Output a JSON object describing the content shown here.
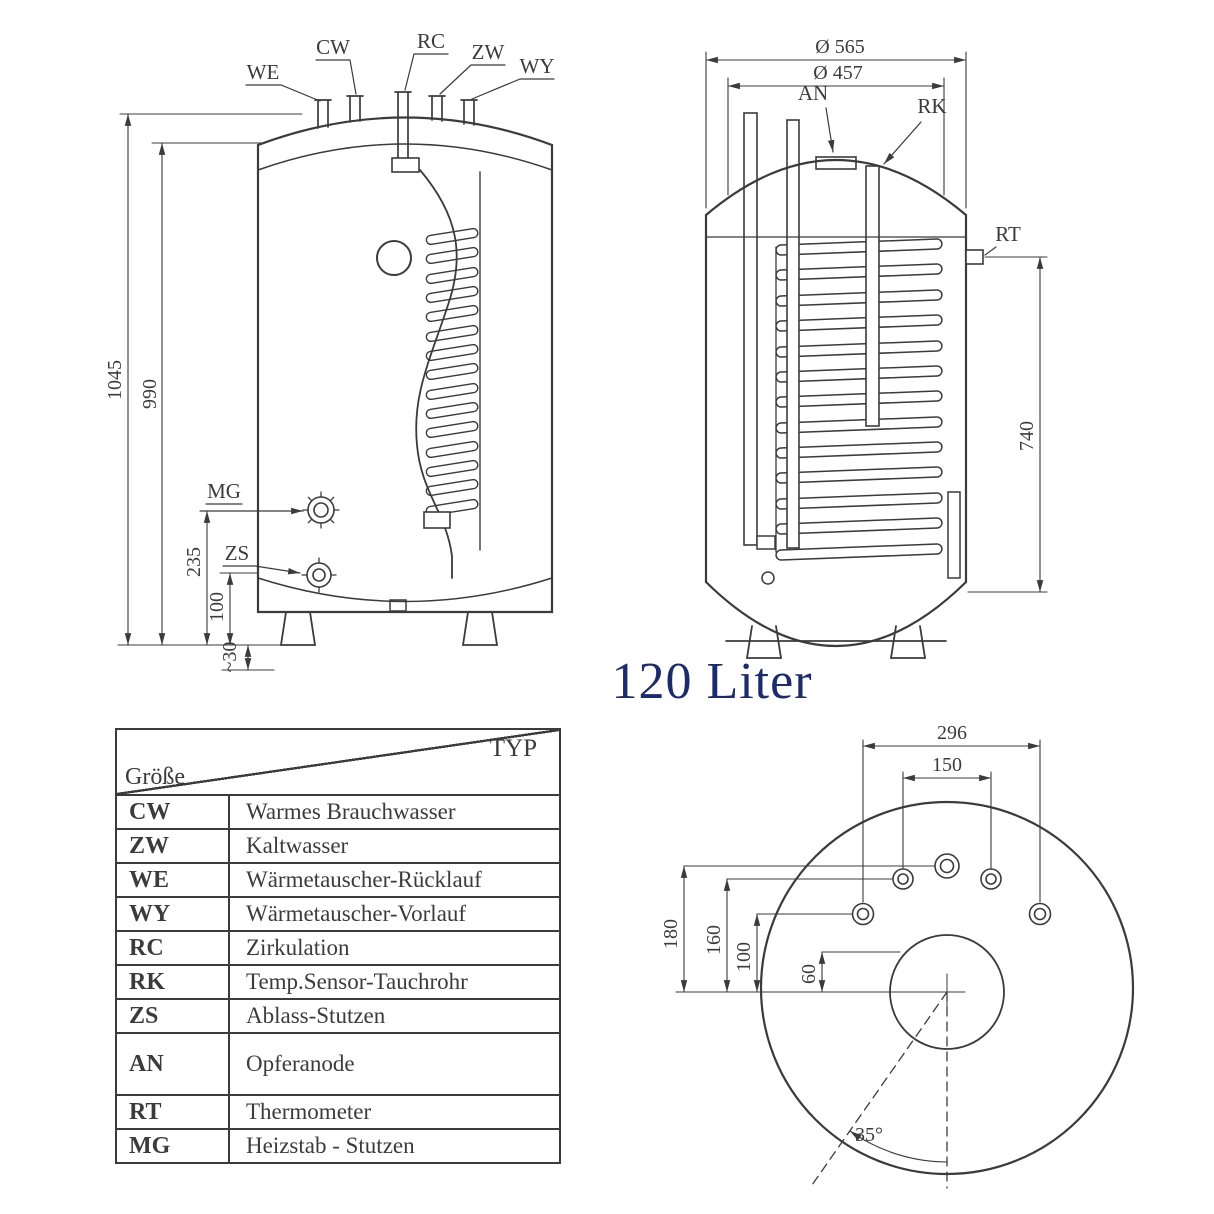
{
  "title": "120 Liter",
  "colors": {
    "title": "#1c2c6b",
    "line": "#3b3b3b"
  },
  "side_view": {
    "ports": {
      "we": "WE",
      "cw": "CW",
      "rc": "RC",
      "zw": "ZW",
      "wy": "WY",
      "mg": "MG",
      "zs": "ZS"
    },
    "dims": {
      "total_height": "1045",
      "body_height": "990",
      "mg_height": "235",
      "zs_height": "100",
      "foot_height": "~30"
    }
  },
  "front_view": {
    "ports": {
      "an": "AN",
      "rk": "RK",
      "rt": "RT"
    },
    "dims": {
      "outer_diameter": "Ø 565",
      "inner_diameter": "Ø 457",
      "coil_height": "740"
    }
  },
  "top_view": {
    "dims": {
      "d296": "296",
      "d150": "150",
      "d180": "180",
      "d160": "160",
      "d100": "100",
      "d60": "60",
      "angle": "35°"
    }
  },
  "legend": {
    "header_right": "TYP",
    "header_left": "Größe",
    "rows": [
      {
        "code": "CW",
        "desc": "Warmes Brauchwasser"
      },
      {
        "code": "ZW",
        "desc": "Kaltwasser"
      },
      {
        "code": "WE",
        "desc": "Wärmetauscher-Rücklauf"
      },
      {
        "code": "WY",
        "desc": "Wärmetauscher-Vorlauf"
      },
      {
        "code": "RC",
        "desc": "Zirkulation"
      },
      {
        "code": "RK",
        "desc": "Temp.Sensor-Tauchrohr"
      },
      {
        "code": "ZS",
        "desc": "Ablass-Stutzen"
      },
      {
        "code": "AN",
        "desc": "Opferanode"
      },
      {
        "code": "RT",
        "desc": "Thermometer"
      },
      {
        "code": "MG",
        "desc": "Heizstab - Stutzen"
      }
    ]
  }
}
